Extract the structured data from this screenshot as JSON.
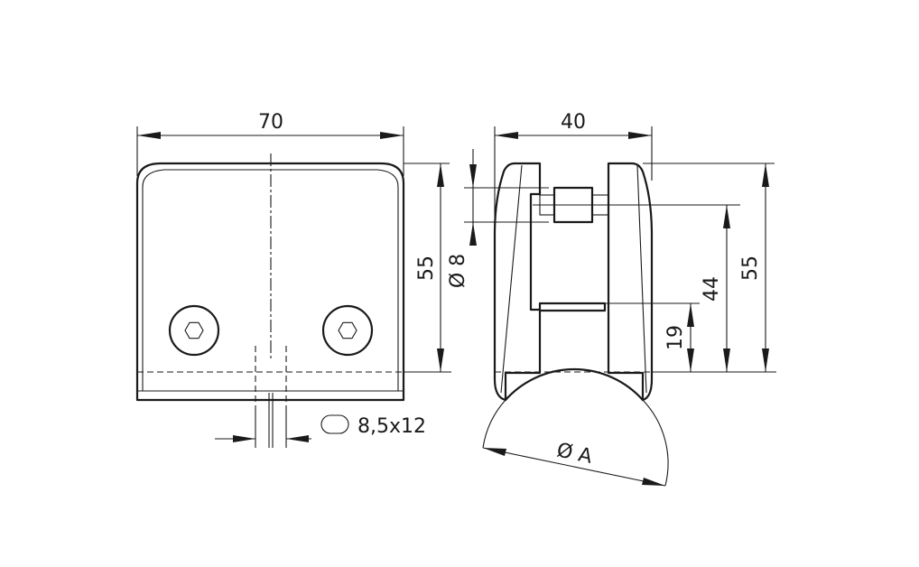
{
  "drawing": {
    "front_view": {
      "width_label": "70",
      "height_label": "55",
      "slot_label": "8,5x12"
    },
    "side_view": {
      "width_label": "40",
      "bolt_diameter_label": "Ø 8",
      "height_label": "55",
      "inner_height_label": "44",
      "base_height_label": "19",
      "glass_diameter_label": "Ø A"
    }
  }
}
